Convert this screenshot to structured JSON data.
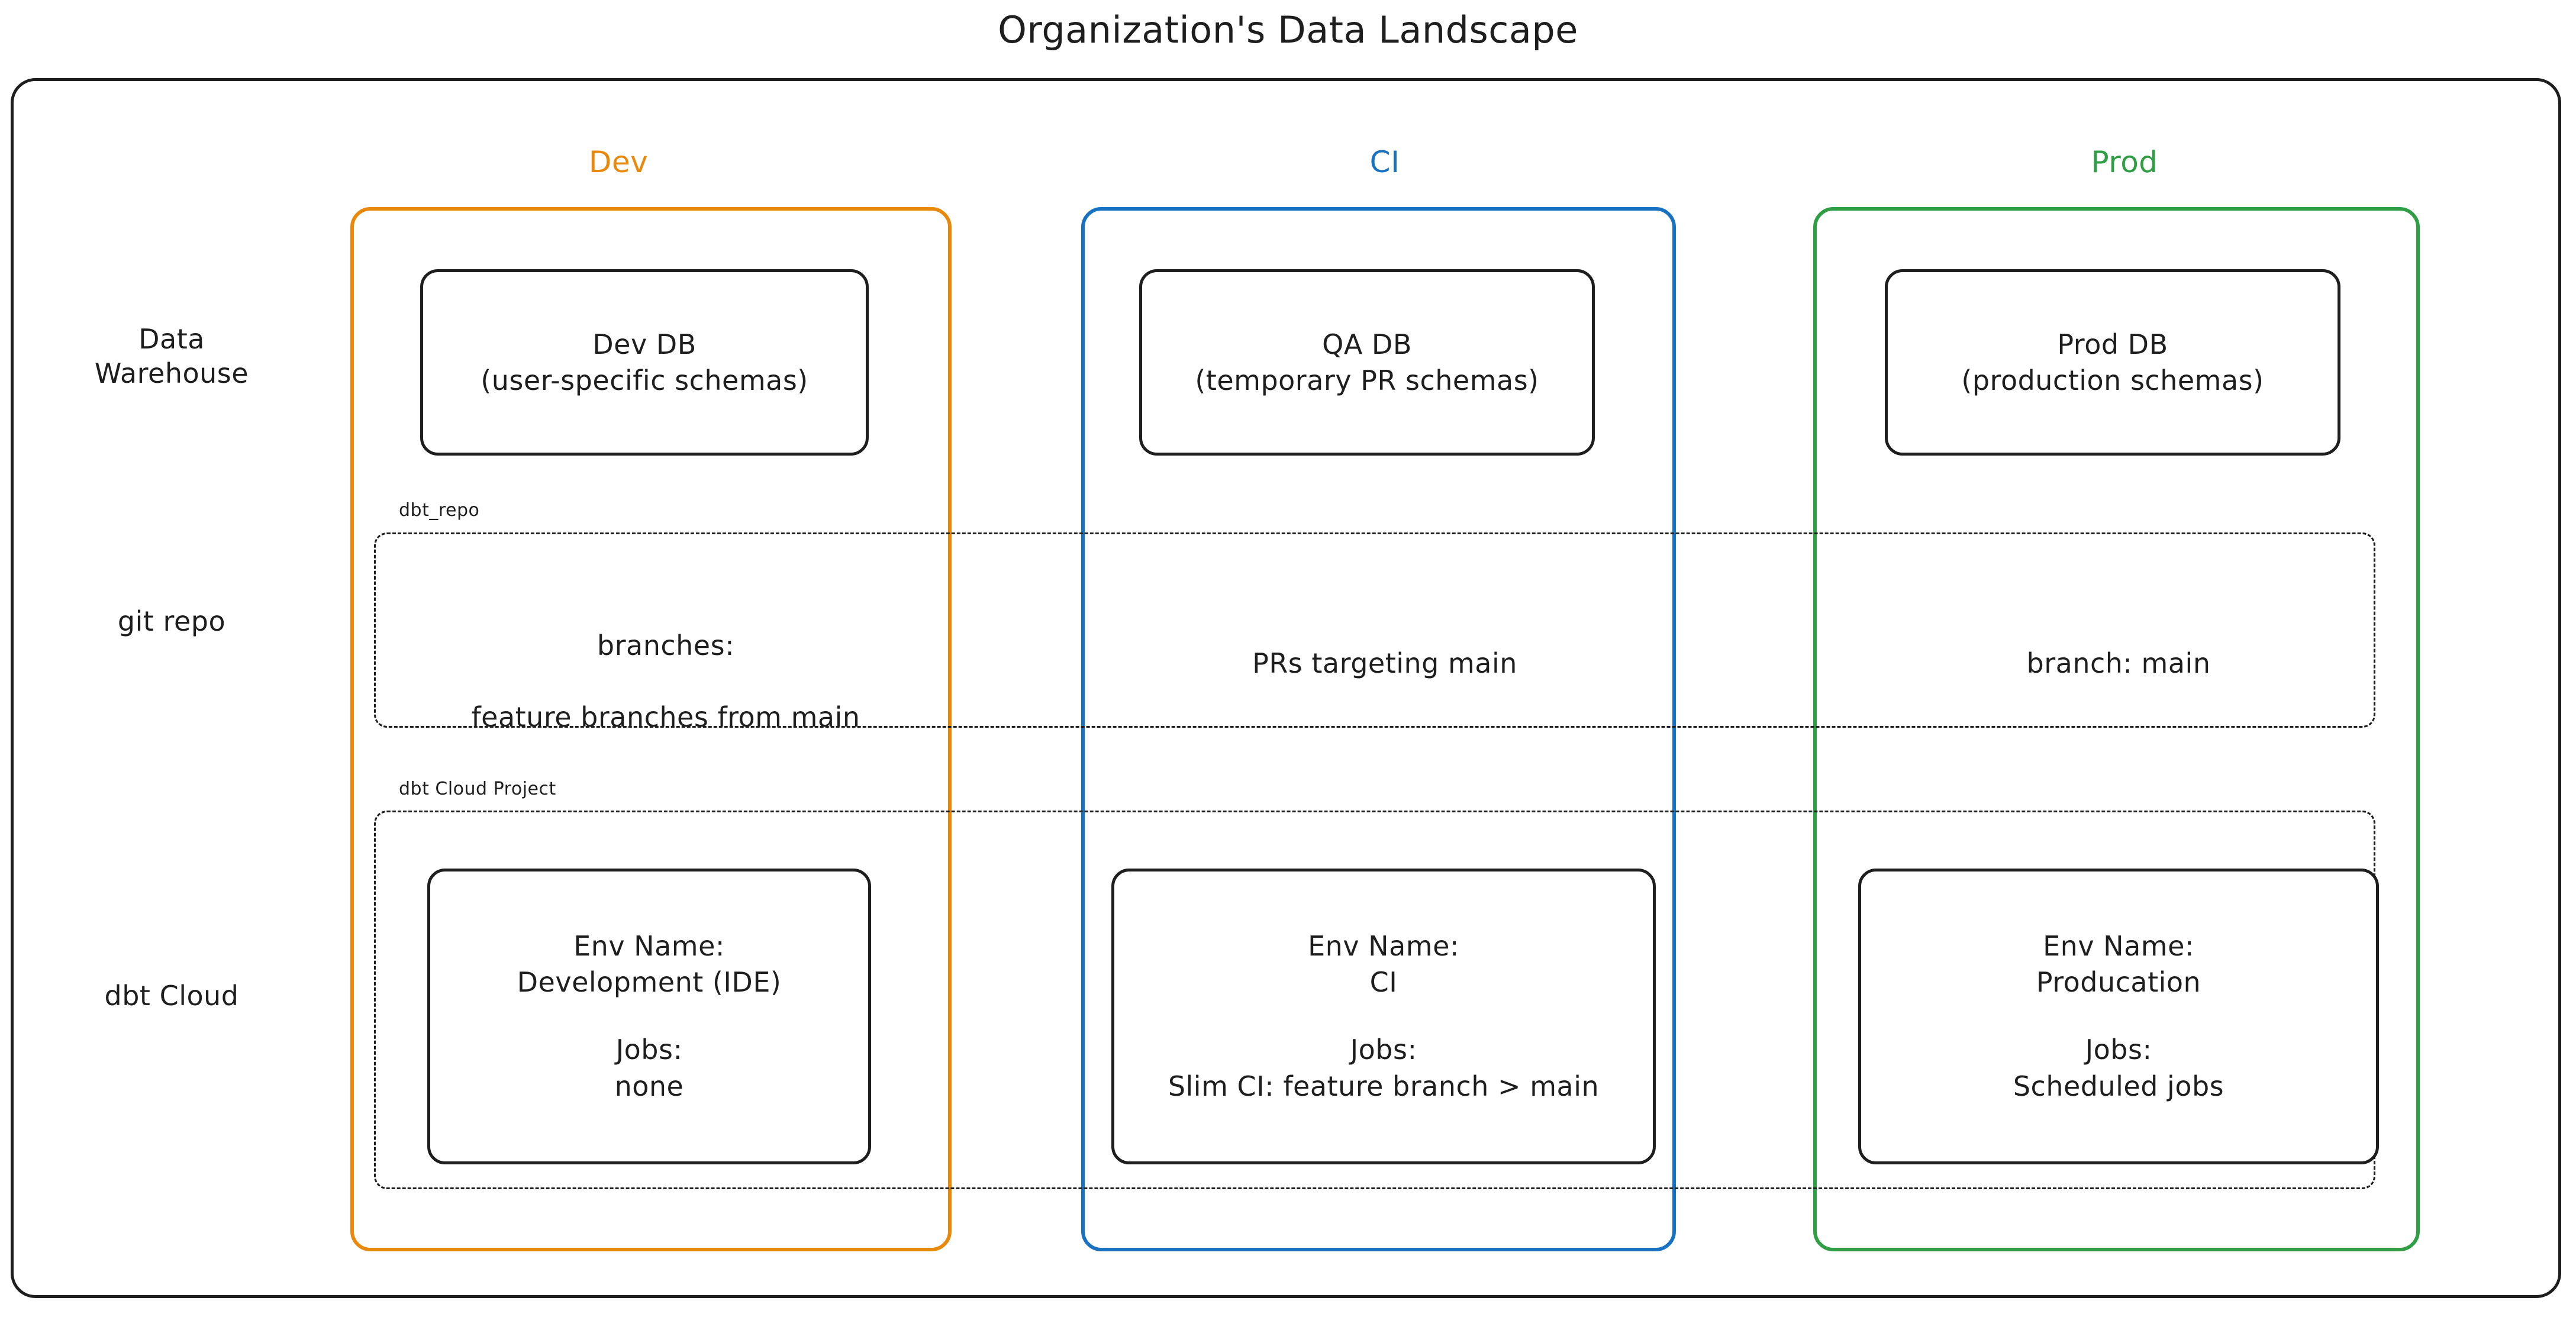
{
  "title": "Organization's Data Landscape",
  "colors": {
    "dev": "#e8890c",
    "ci": "#1971c2",
    "prod": "#2f9e44",
    "ink": "#1e1e1e",
    "background": "#ffffff"
  },
  "columns": [
    {
      "key": "dev",
      "label": "Dev"
    },
    {
      "key": "ci",
      "label": "CI"
    },
    {
      "key": "prod",
      "label": "Prod"
    }
  ],
  "rows": [
    {
      "key": "data_warehouse",
      "label": "Data\nWarehouse"
    },
    {
      "key": "git_repo",
      "label": "git repo"
    },
    {
      "key": "dbt_cloud",
      "label": "dbt Cloud"
    }
  ],
  "groups": {
    "git_repo": {
      "label": "dbt_repo"
    },
    "dbt_cloud": {
      "label": "dbt Cloud Project"
    }
  },
  "data_warehouse": {
    "dev": {
      "title": "Dev DB",
      "subtitle": "(user-specific schemas)"
    },
    "ci": {
      "title": "QA DB",
      "subtitle": "(temporary PR schemas)"
    },
    "prod": {
      "title": "Prod DB",
      "subtitle": "(production schemas)"
    }
  },
  "git_repo": {
    "dev": {
      "line1": "branches:",
      "line2": "feature branches from main"
    },
    "ci": {
      "line1": "PRs targeting main",
      "line2": ""
    },
    "prod": {
      "line1": "branch: main",
      "line2": ""
    }
  },
  "dbt_cloud": {
    "dev": {
      "env_label": "Env Name:",
      "env_value": "Development (IDE)",
      "jobs_label": "Jobs:",
      "jobs_value": "none"
    },
    "ci": {
      "env_label": "Env Name:",
      "env_value": "CI",
      "jobs_label": "Jobs:",
      "jobs_value": "Slim CI: feature branch > main"
    },
    "prod": {
      "env_label": "Env Name:",
      "env_value": "Producation",
      "jobs_label": "Jobs:",
      "jobs_value": "Scheduled jobs"
    }
  }
}
